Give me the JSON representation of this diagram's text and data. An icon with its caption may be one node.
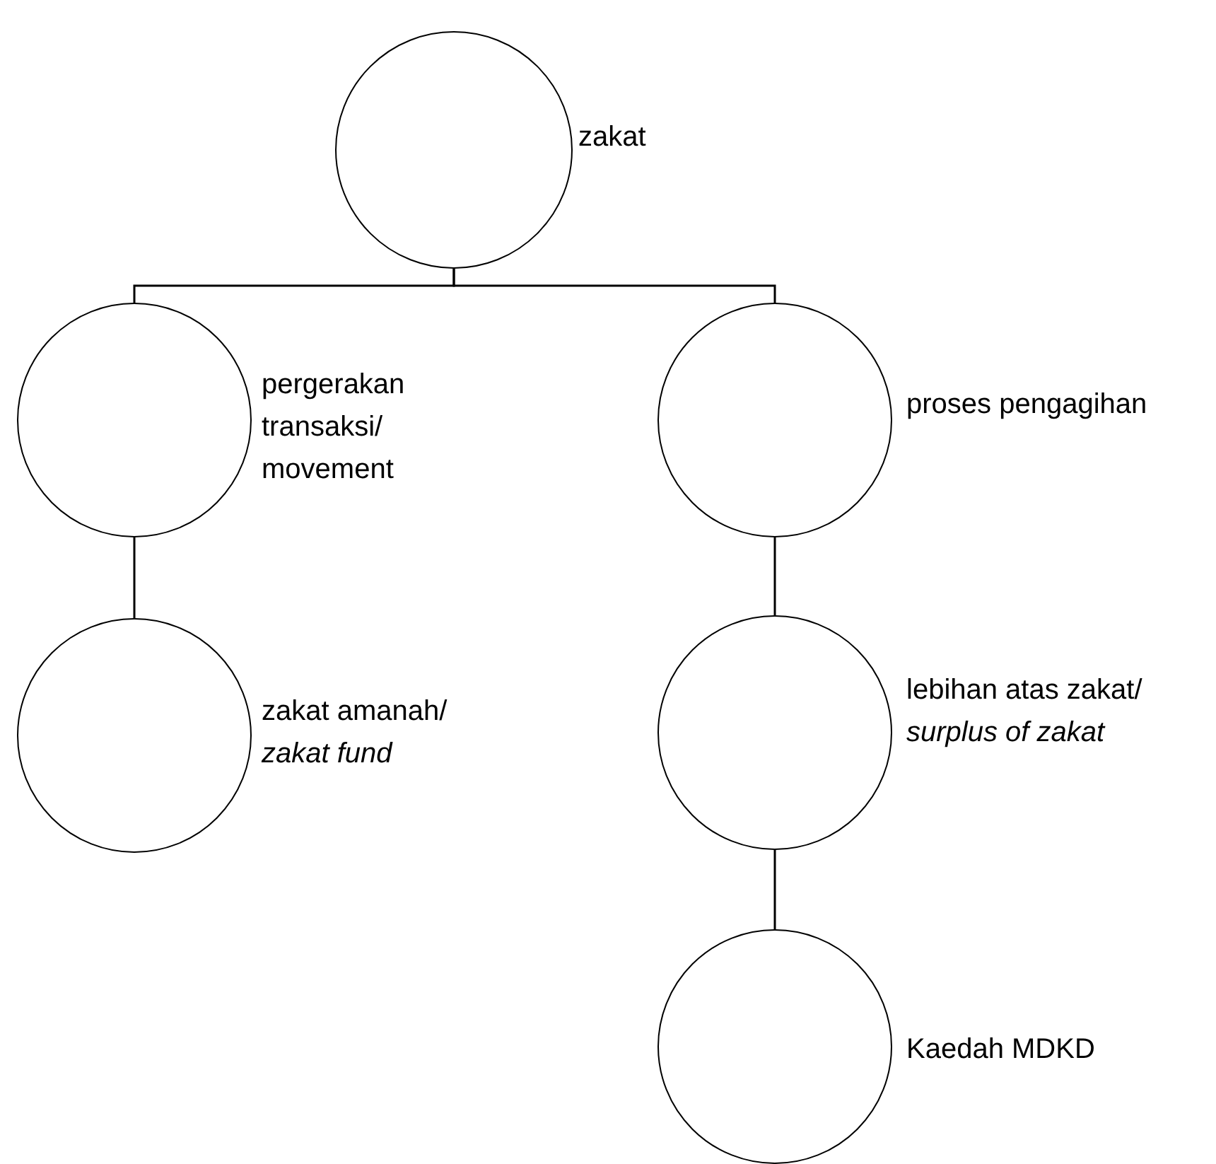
{
  "diagram": {
    "nodes": [
      {
        "text": [],
        "shape": "circle",
        "beside": [
          "zakat"
        ]
      },
      {
        "text": [],
        "shape": "circle",
        "beside": [
          "pergerakan transaksi/ movement"
        ]
      },
      {
        "text": [],
        "shape": "circle",
        "beside": [
          "proses pengagihan"
        ]
      },
      {
        "text": [],
        "shape": "circle",
        "beside": [
          "zakat amanah/ *zakat fund*"
        ]
      },
      {
        "text": [],
        "shape": "circle",
        "beside": [
          "lebihan atas zakat/ *surplus of zakat*"
        ]
      },
      {
        "text": [],
        "shape": "circle",
        "beside": [
          "Kaedah MDKD"
        ]
      }
    ],
    "edges": [
      {
        "from": 0,
        "to": 1,
        "arrow": "none"
      },
      {
        "from": 0,
        "to": 2,
        "arrow": "none"
      },
      {
        "from": 1,
        "to": 3,
        "arrow": "none"
      },
      {
        "from": 2,
        "to": 4,
        "arrow": "none"
      },
      {
        "from": 4,
        "to": 5,
        "arrow": "none"
      }
    ]
  }
}
